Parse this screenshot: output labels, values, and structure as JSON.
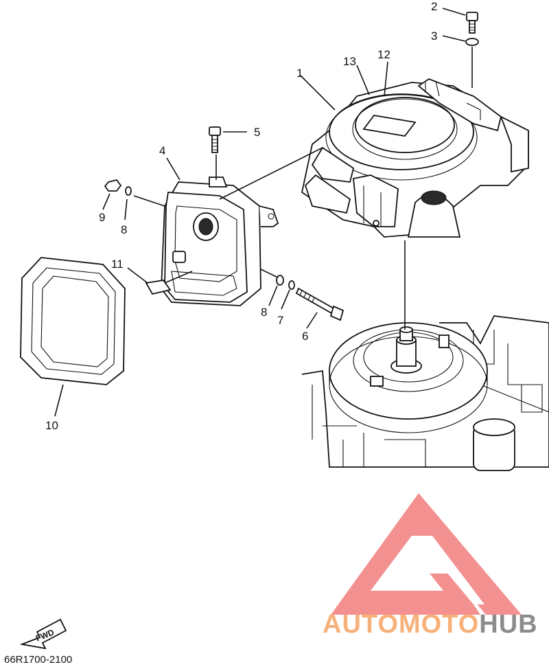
{
  "diagram": {
    "callouts": [
      "1",
      "2",
      "3",
      "4",
      "5",
      "6",
      "7",
      "8",
      "8",
      "9",
      "10",
      "11",
      "12",
      "13"
    ],
    "fwd_label": "FWD",
    "drawing_code": "66R1700-2100"
  },
  "watermark": {
    "brand_part1": "AUTOMOTO",
    "brand_part2": "HUB",
    "color_part1": "#f6b07a",
    "color_part2": "#8c8c8c",
    "logo_color": "#f27d7d"
  }
}
